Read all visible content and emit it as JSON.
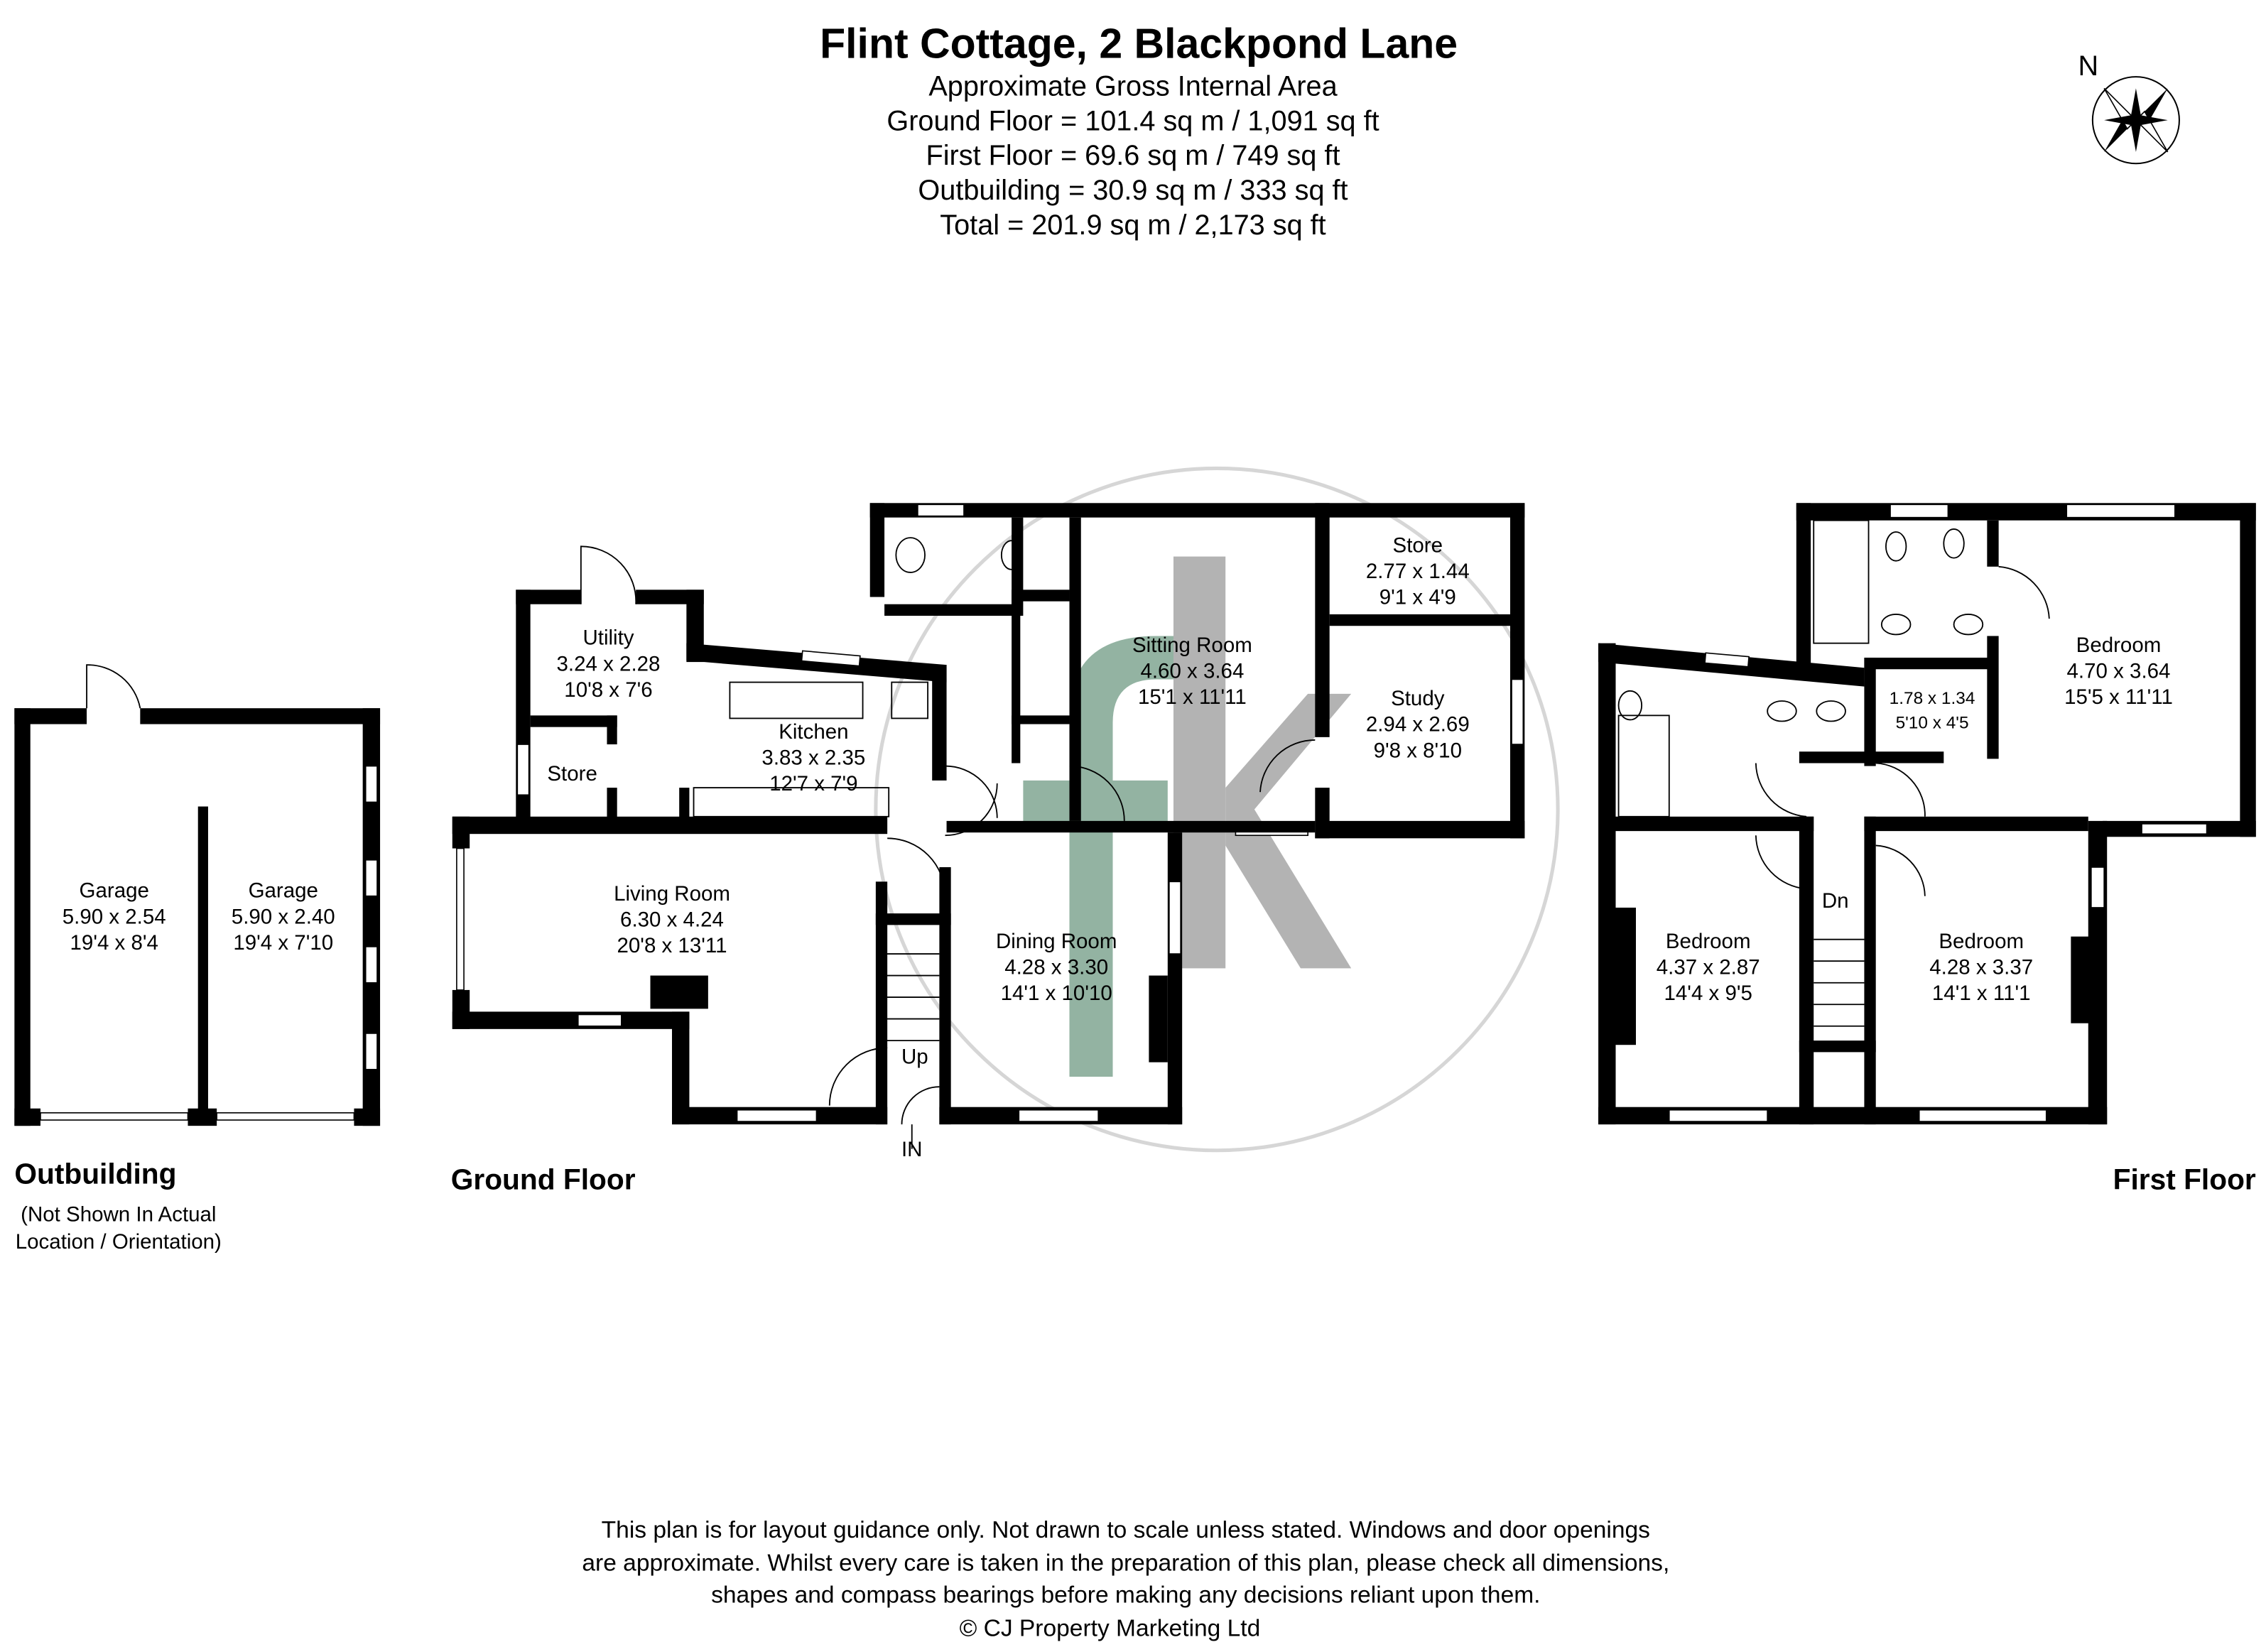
{
  "header": {
    "title": "Flint Cottage, 2 Blackpond Lane",
    "area_lines": [
      "Approximate Gross Internal Area",
      "Ground Floor = 101.4 sq m / 1,091 sq ft",
      "First Floor = 69.6 sq m / 749 sq ft",
      "Outbuilding = 30.9 sq m / 333 sq ft",
      "Total = 201.9 sq m / 2,173 sq ft"
    ]
  },
  "compass": {
    "label": "N",
    "icon": "compass-rose-icon"
  },
  "rooms": [
    {
      "name": "Garage",
      "metric": "5.90 x 2.54",
      "imperial": "19'4 x 8'4"
    },
    {
      "name": "Garage",
      "metric": "5.90 x 2.40",
      "imperial": "19'4 x 7'10"
    },
    {
      "name": "Utility",
      "metric": "3.24 x 2.28",
      "imperial": "10'8 x 7'6"
    },
    {
      "name": "Store",
      "metric": "",
      "imperial": ""
    },
    {
      "name": "Kitchen",
      "metric": "3.83 x 2.35",
      "imperial": "12'7 x 7'9"
    },
    {
      "name": "Living Room",
      "metric": "6.30 x 4.24",
      "imperial": "20'8 x 13'11"
    },
    {
      "name": "Sitting Room",
      "metric": "4.60 x 3.64",
      "imperial": "15'1 x 11'11"
    },
    {
      "name": "Store",
      "metric": "2.77 x 1.44",
      "imperial": "9'1 x 4'9"
    },
    {
      "name": "Study",
      "metric": "2.94 x 2.69",
      "imperial": "9'8 x 8'10"
    },
    {
      "name": "Dining Room",
      "metric": "4.28 x 3.30",
      "imperial": "14'1 x 10'10"
    },
    {
      "name": "Bedroom",
      "metric": "4.70 x 3.64",
      "imperial": "15'5 x 11'11"
    },
    {
      "name": "",
      "metric": "1.78 x 1.34",
      "imperial": "5'10 x 4'5"
    },
    {
      "name": "Bedroom",
      "metric": "4.37 x 2.87",
      "imperial": "14'4 x 9'5"
    },
    {
      "name": "Bedroom",
      "metric": "4.28 x 3.37",
      "imperial": "14'1 x 11'1"
    }
  ],
  "markers": {
    "up": "Up",
    "in": "IN",
    "down": "Dn"
  },
  "sections": {
    "outbuilding": "Outbuilding",
    "outbuilding_note_1": "(Not Shown In Actual",
    "outbuilding_note_2": "Location / Orientation)",
    "ground_floor": "Ground Floor",
    "first_floor": "First Floor"
  },
  "footer": {
    "lines": [
      "This plan is for layout guidance only. Not drawn to scale unless stated. Windows and door openings",
      "are approximate. Whilst every care is taken in the preparation of this plan, please check all dimensions,",
      "shapes and compass bearings before making any decisions reliant upon them."
    ],
    "copyright": "© CJ Property Marketing Ltd"
  },
  "colors": {
    "wall": "#000000",
    "watermark_green": "#6f9a84",
    "watermark_grey": "#9a9a9a"
  }
}
